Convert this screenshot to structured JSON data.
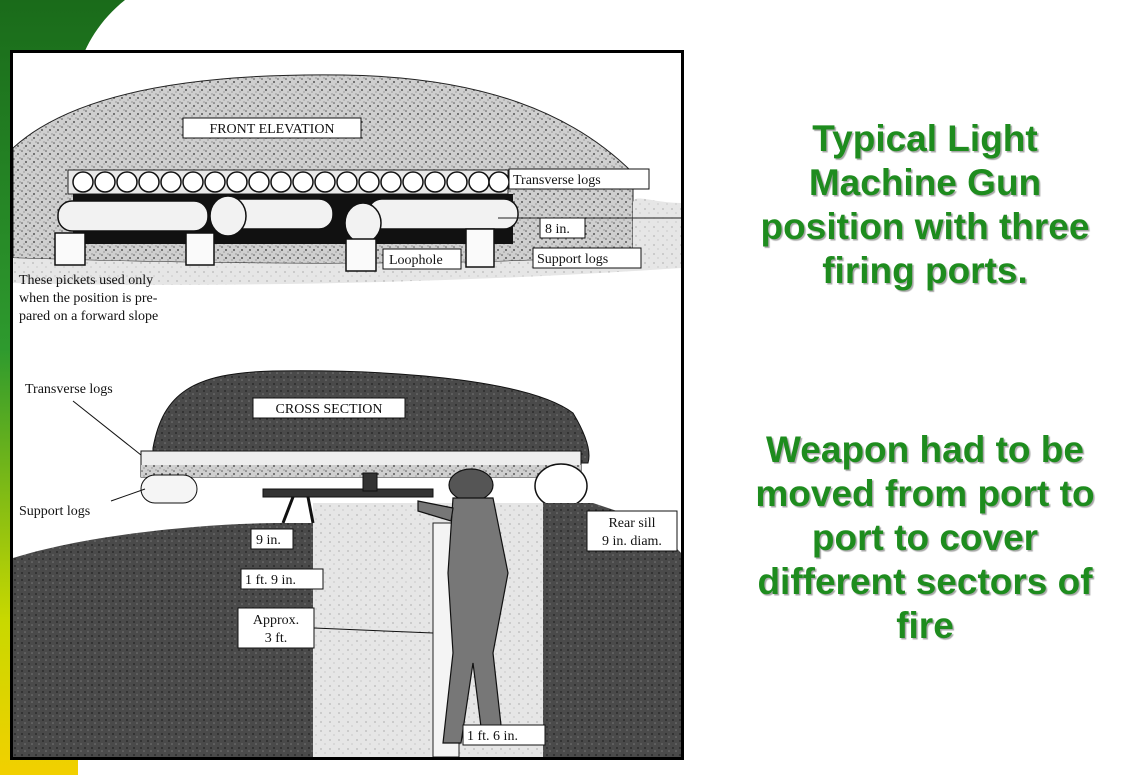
{
  "slide": {
    "accent_colors": {
      "green": "#1e8c1e",
      "yellow": "#f2d000",
      "dark_green": "#1a6b1a"
    }
  },
  "caption": {
    "title": "Typical Light Machine Gun position with three firing ports.",
    "body": "Weapon had to be moved from port to port to cover different sectors of fire"
  },
  "diagram": {
    "front_elevation": {
      "title": "FRONT ELEVATION",
      "label_transverse_logs": "Transverse logs",
      "label_8in": "8 in.",
      "label_loophole": "Loophole",
      "label_support_logs": "Support logs",
      "note_line1": "These pickets used only",
      "note_line2": "when the position is pre-",
      "note_line3": "pared on a forward slope"
    },
    "cross_section": {
      "title": "CROSS SECTION",
      "label_transverse_logs": "Transverse logs",
      "label_support_logs": "Support logs",
      "label_9in": "9 in.",
      "label_1ft9in": "1 ft. 9 in.",
      "label_approx": "Approx.",
      "label_3ft": "3 ft.",
      "label_rear_sill": "Rear sill",
      "label_rear_sill_diam": "9 in. diam.",
      "label_1ft6in": "1 ft. 6 in."
    }
  }
}
